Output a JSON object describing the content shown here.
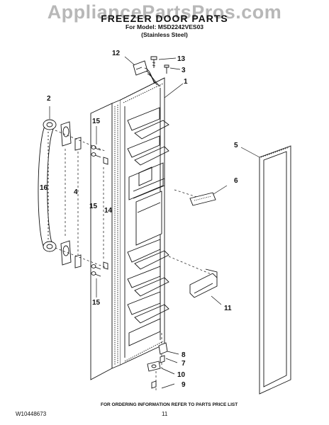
{
  "header": {
    "watermark": "AppliancePartsPros.com",
    "title": "FREEZER DOOR PARTS",
    "model_line": "For Model: MSD2242VES03",
    "finish_line": "(Stainless Steel)"
  },
  "callouts": {
    "c1": "1",
    "c2": "2",
    "c3": "3",
    "c4": "4",
    "c5": "5",
    "c6": "6",
    "c7": "7",
    "c8": "8",
    "c9": "9",
    "c10": "10",
    "c11": "11",
    "c12": "12",
    "c13": "13",
    "c14": "14",
    "c15a": "15",
    "c15b": "15",
    "c15c": "15",
    "c16": "16"
  },
  "footer": {
    "doc_number": "W10448673",
    "note": "FOR ORDERING INFORMATION REFER TO PARTS PRICE LIST",
    "page_number": "11"
  },
  "colors": {
    "line": "#111111",
    "watermark": "#b8b8b8"
  }
}
